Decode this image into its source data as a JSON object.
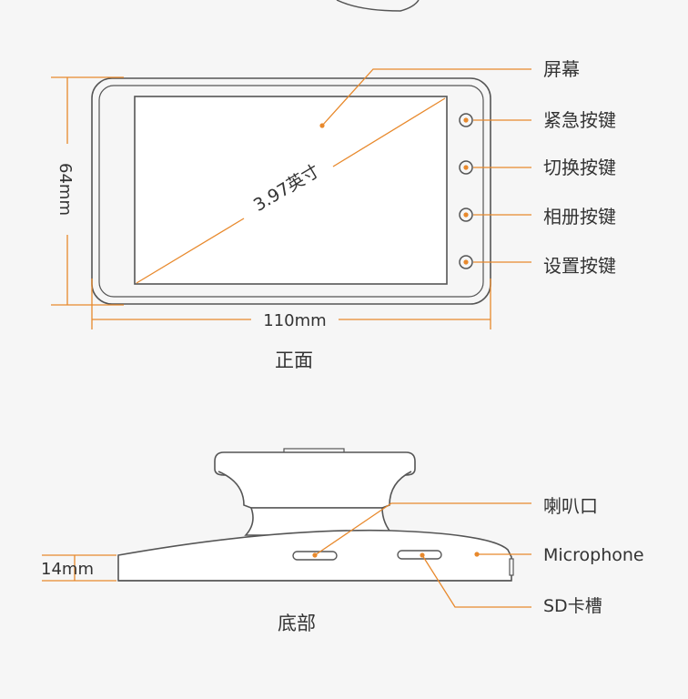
{
  "front": {
    "title": "正面",
    "width_label": "110mm",
    "height_label": "64mm",
    "diagonal_label": "3.97英寸",
    "callouts": {
      "screen": "屏幕",
      "emergency": "紧急按键",
      "switch": "切换按键",
      "album": "相册按键",
      "settings": "设置按键"
    }
  },
  "bottom": {
    "title": "底部",
    "thickness_label": "14mm",
    "callouts": {
      "speaker": "喇叭口",
      "microphone": "Microphone",
      "sdcard": "SD卡槽"
    }
  },
  "colors": {
    "accent": "#e8892c",
    "outline": "#555555",
    "dim": "#777777",
    "background": "#f6f6f6"
  }
}
